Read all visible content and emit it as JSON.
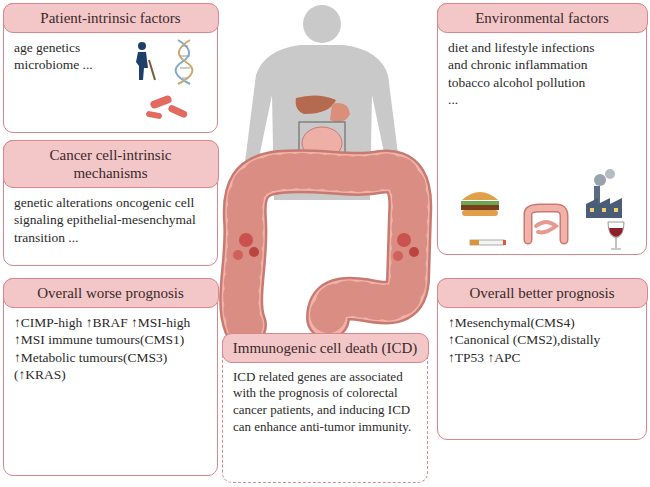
{
  "diagram": {
    "nodes": [
      {
        "text": [
          "Patient-intrinsic factors",
          "age genetics microbiome ..."
        ]
      },
      {
        "text": [
          "Environmental factors",
          "diet and lifestyle infections and chronic inflammation tobacco alcohol pollution ..."
        ]
      },
      {
        "text": [
          "Cancer cell-intrinsic mechanisms",
          "genetic alterations oncogenic cell signaling epithelial-mesenchymal transition ..."
        ]
      },
      {
        "text": [
          "Overall worse prognosis",
          "↑CIMP-high ↑BRAF ↑MSI-high ↑MSI immune tumours(CMS1) ↑Metabolic tumours(CMS3) (↑KRAS)"
        ]
      },
      {
        "text": [
          "Immunogenic cell death (ICD)",
          "ICD related genes are associated with the prognosis of colorectal cancer patients, and inducing ICD can enhance anti-tumor immunity."
        ]
      },
      {
        "text": [
          "Overall better prognosis",
          "↑Mesenchymal(CMS4) ↑Canonical (CMS2),distally ↑TP53 ↑APC"
        ]
      }
    ]
  }
}
